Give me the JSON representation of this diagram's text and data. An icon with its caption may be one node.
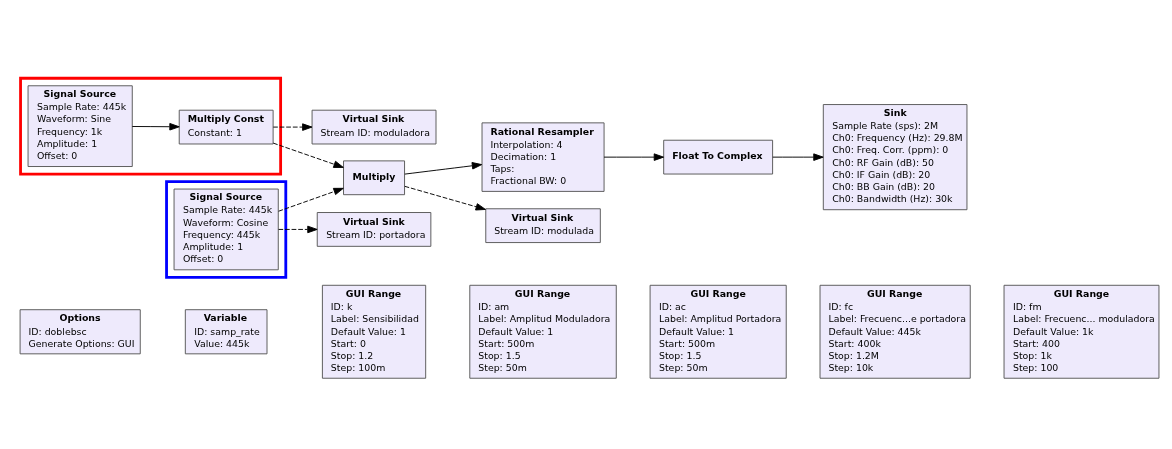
{
  "diagram": {
    "nodes": [
      {
        "text": [
          "Options",
          "ID: doblebsc",
          "Generate Options: GUI"
        ]
      },
      {
        "text": [
          "Variable",
          "ID: samp_rate",
          "Value: 445k"
        ]
      },
      {
        "text": [
          "GUI Range",
          "ID: k",
          "Label: Sensibilidad",
          "Default Value: 1",
          "Start: 0",
          "Stop: 1.2",
          "Step: 100m"
        ]
      },
      {
        "text": [
          "GUI Range",
          "ID: am",
          "Label: Amplitud Moduladora",
          "Default Value: 1",
          "Start: 500m",
          "Stop: 1.5",
          "Step: 50m"
        ]
      },
      {
        "text": [
          "GUI Range",
          "ID: ac",
          "Label: Amplitud Portadora",
          "Default Value: 1",
          "Start: 500m",
          "Stop: 1.5",
          "Step: 50m"
        ]
      },
      {
        "text": [
          "GUI Range",
          "ID: fc",
          "Label: Frecuenc...e portadora",
          "Default Value: 445k",
          "Start: 400k",
          "Stop: 1.2M",
          "Step: 10k"
        ]
      },
      {
        "text": [
          "GUI Range",
          "ID: fm",
          "Label: Frecuenc... moduladora",
          "Default Value: 1k",
          "Start: 400",
          "Stop: 1k",
          "Step: 100"
        ]
      },
      {
        "text": [],
        "shape": "box"
      },
      {
        "text": [
          "Signal Source",
          "Sample Rate: 445k",
          "Waveform: Sine",
          "Frequency: 1k",
          "Amplitude: 1",
          "Offset: 0"
        ],
        "in": 7
      },
      {
        "text": [
          "Multiply Const",
          "Constant: 1"
        ],
        "in": 7
      },
      {
        "text": [],
        "shape": "box"
      },
      {
        "text": [
          "Signal Source",
          "Sample Rate: 445k",
          "Waveform: Cosine",
          "Frequency: 445k",
          "Amplitude: 1",
          "Offset: 0"
        ],
        "in": 10
      },
      {
        "text": [
          "Virtual Sink",
          "Stream ID: moduladora"
        ]
      },
      {
        "text": [
          "Multiply"
        ]
      },
      {
        "text": [
          "Rational Resampler",
          "Interpolation: 4",
          "Decimation: 1",
          "Taps:",
          "Fractional BW: 0"
        ]
      },
      {
        "text": [
          "Virtual Sink",
          "Stream ID: modulada"
        ]
      },
      {
        "text": [
          "Virtual Sink",
          "Stream ID: portadora"
        ]
      },
      {
        "text": [
          "Float To Complex"
        ]
      },
      {
        "text": [
          "Sink",
          "Sample Rate (sps): 2M",
          "Ch0: Frequency (Hz): 29.8M",
          "Ch0: Freq. Corr. (ppm): 0",
          "Ch0: RF Gain (dB): 50",
          "Ch0: IF Gain (dB): 20",
          "Ch0: BB Gain (dB): 20",
          "Ch0: Bandwidth (Hz): 30k"
        ]
      }
    ],
    "edges": [
      {
        "from": 8,
        "to": 9,
        "arrow": "to"
      },
      {
        "from": 9,
        "to": 12,
        "arrow": "to",
        "style": "dashed"
      },
      {
        "from": 9,
        "to": 13,
        "arrow": "to",
        "style": "dashed"
      },
      {
        "from": 11,
        "to": 13,
        "arrow": "to",
        "style": "dashed"
      },
      {
        "from": 11,
        "to": 16,
        "arrow": "to",
        "style": "dashed"
      },
      {
        "from": 13,
        "to": 14,
        "arrow": "to"
      },
      {
        "from": 13,
        "to": 15,
        "arrow": "to",
        "style": "dashed"
      },
      {
        "from": 14,
        "to": 17,
        "arrow": "to"
      },
      {
        "from": 17,
        "to": 18,
        "arrow": "to"
      }
    ]
  }
}
